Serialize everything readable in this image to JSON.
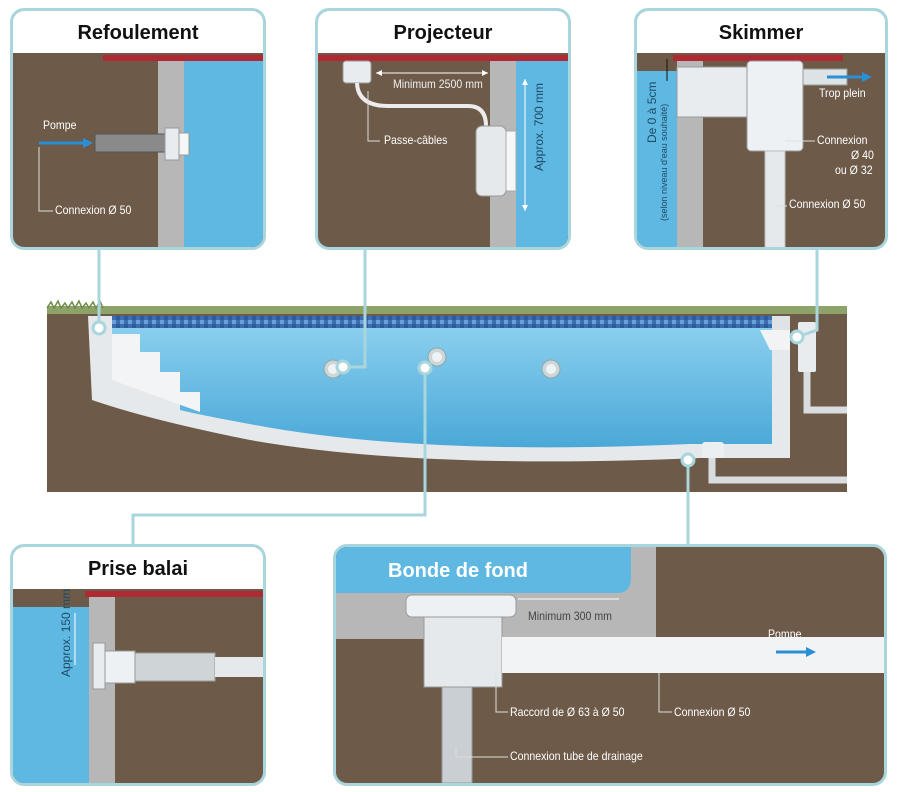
{
  "panels": {
    "refoulement": {
      "title": "Refoulement",
      "pompe": "Pompe",
      "connexion": "Connexion Ø 50"
    },
    "projecteur": {
      "title": "Projecteur",
      "minimum": "Minimum 2500 mm",
      "passe_cables": "Passe-câbles",
      "approx": "Approx. 700 mm"
    },
    "skimmer": {
      "title": "Skimmer",
      "de0a5": "De 0 à 5cm",
      "selon": "(selon niveau d'eau souhaité)",
      "trop_plein": "Trop plein",
      "connexion_a": "Connexion",
      "connexion_b": "Ø 40",
      "connexion_c": "ou Ø 32",
      "connexion50": "Connexion Ø 50"
    },
    "prise_balai": {
      "title": "Prise balai",
      "approx": "Approx. 150 mm"
    },
    "bonde": {
      "title": "Bonde de fond",
      "minimum": "Minimum 300 mm",
      "pompe": "Pompe",
      "raccord": "Raccord de Ø 63 à Ø 50",
      "connexion": "Connexion Ø 50",
      "drainage": "Connexion tube de drainage"
    }
  },
  "colors": {
    "soil": "#6d5a48",
    "water": "#5fb8e2",
    "frame": "#a9d6dd",
    "concrete": "#b7b7b7",
    "coping": "#b02a33",
    "arrow": "#2b8fd6"
  }
}
